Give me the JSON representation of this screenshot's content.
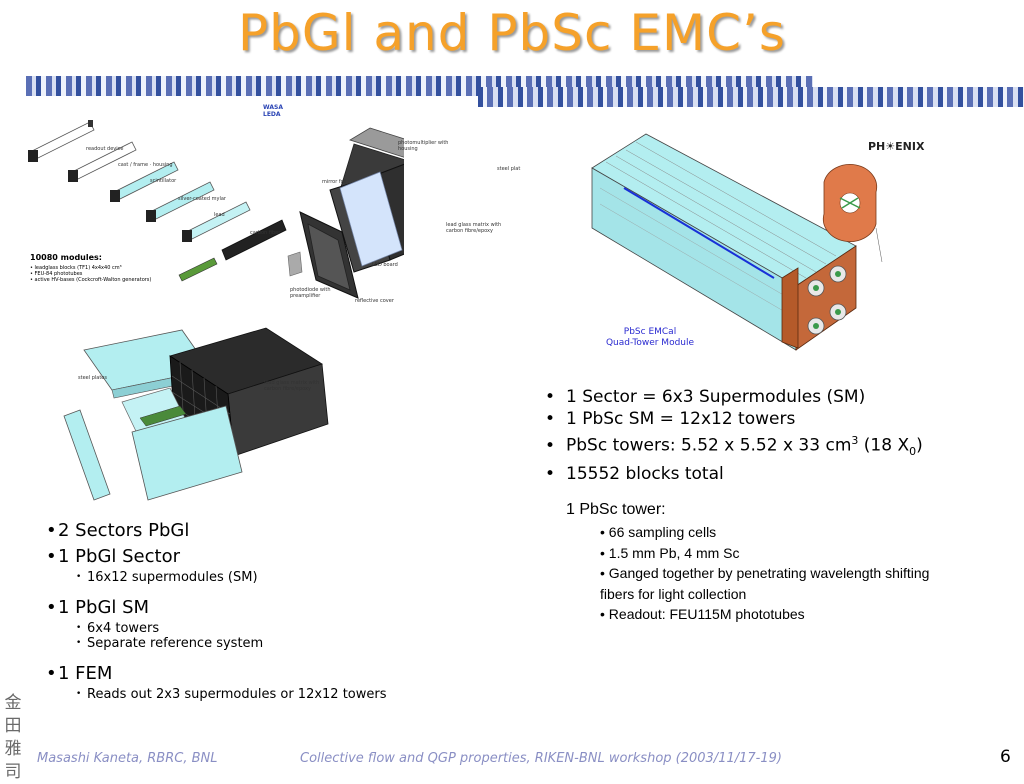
{
  "title": "PbGl and PbSc EMC’s",
  "pbgl_figure": {
    "labels": [
      "readout device",
      "cast / frame · housing",
      "scintillator",
      "silver-coated mylar",
      "lead",
      "carbon fiber"
    ],
    "wasa": "WASA",
    "leda": "LEDA",
    "pm_label": "photomultiplier with housing",
    "steel_plat": "steel plat",
    "mirror_foil": "mirror foil",
    "lead_glass": "lead glass matrix with carbon fibre/epoxy",
    "led_board": "LED board",
    "photodiode": "photodiode with preamplifier",
    "reflective": "reflective cover",
    "modules_title": "10080 modules:",
    "modules": [
      "• leadglass blocks (TF1)  4x4x40 cm³",
      "• FEU-84 phototubes",
      "• active HV-bases (Cockcroft-Walton generators)"
    ]
  },
  "sm_figure": {
    "steel_plates": "steel plates",
    "lead_glass": "lead glass matrix with carbon fibre/epoxy"
  },
  "emcal_figure": {
    "phenix": "PH☀ENIX",
    "caption_line1": "PbSc EMCal",
    "caption_line2": "Quad-Tower Module"
  },
  "right_bullets": {
    "b1": "1 Sector = 6x3 Supermodules (SM)",
    "b2": "1 PbSc SM = 12x12 towers",
    "b3_pre": "PbSc towers: 5.52 x 5.52 x 33 cm",
    "b3_sup": "3",
    "b3_mid": " (18 X",
    "b3_sub": "0",
    "b3_post": ")",
    "b4": "15552 blocks total"
  },
  "tower": {
    "title": "1 PbSc tower:",
    "items": [
      "66 sampling  cells",
      "1.5 mm Pb,  4 mm Sc",
      "Ganged together by penetrating wavelength shifting  fibers for light collection",
      "Readout: FEU115M phototubes"
    ]
  },
  "left_bullets": {
    "b1": "2 Sectors PbGl",
    "b2": "1 PbGl Sector",
    "b2_sub": [
      "16x12 supermodules (SM)"
    ],
    "b3": "1 PbGl SM",
    "b3_sub": [
      "6x4 towers",
      "Separate reference system"
    ],
    "b4": "1 FEM",
    "b4_sub": [
      "Reads out 2x3 supermodules or 12x12 towers"
    ]
  },
  "kanji": [
    "金",
    "田",
    "雅",
    "司"
  ],
  "footer": {
    "author": "Masashi Kaneta, RBRC, BNL",
    "event": "Collective flow and QGP properties, RIKEN-BNL workshop (2003/11/17-19)",
    "page": "6"
  },
  "colors": {
    "title": "#f5a12a",
    "footer": "#8a8fc4",
    "fiber": "#b3eef0",
    "caption": "#2a2ad0"
  }
}
